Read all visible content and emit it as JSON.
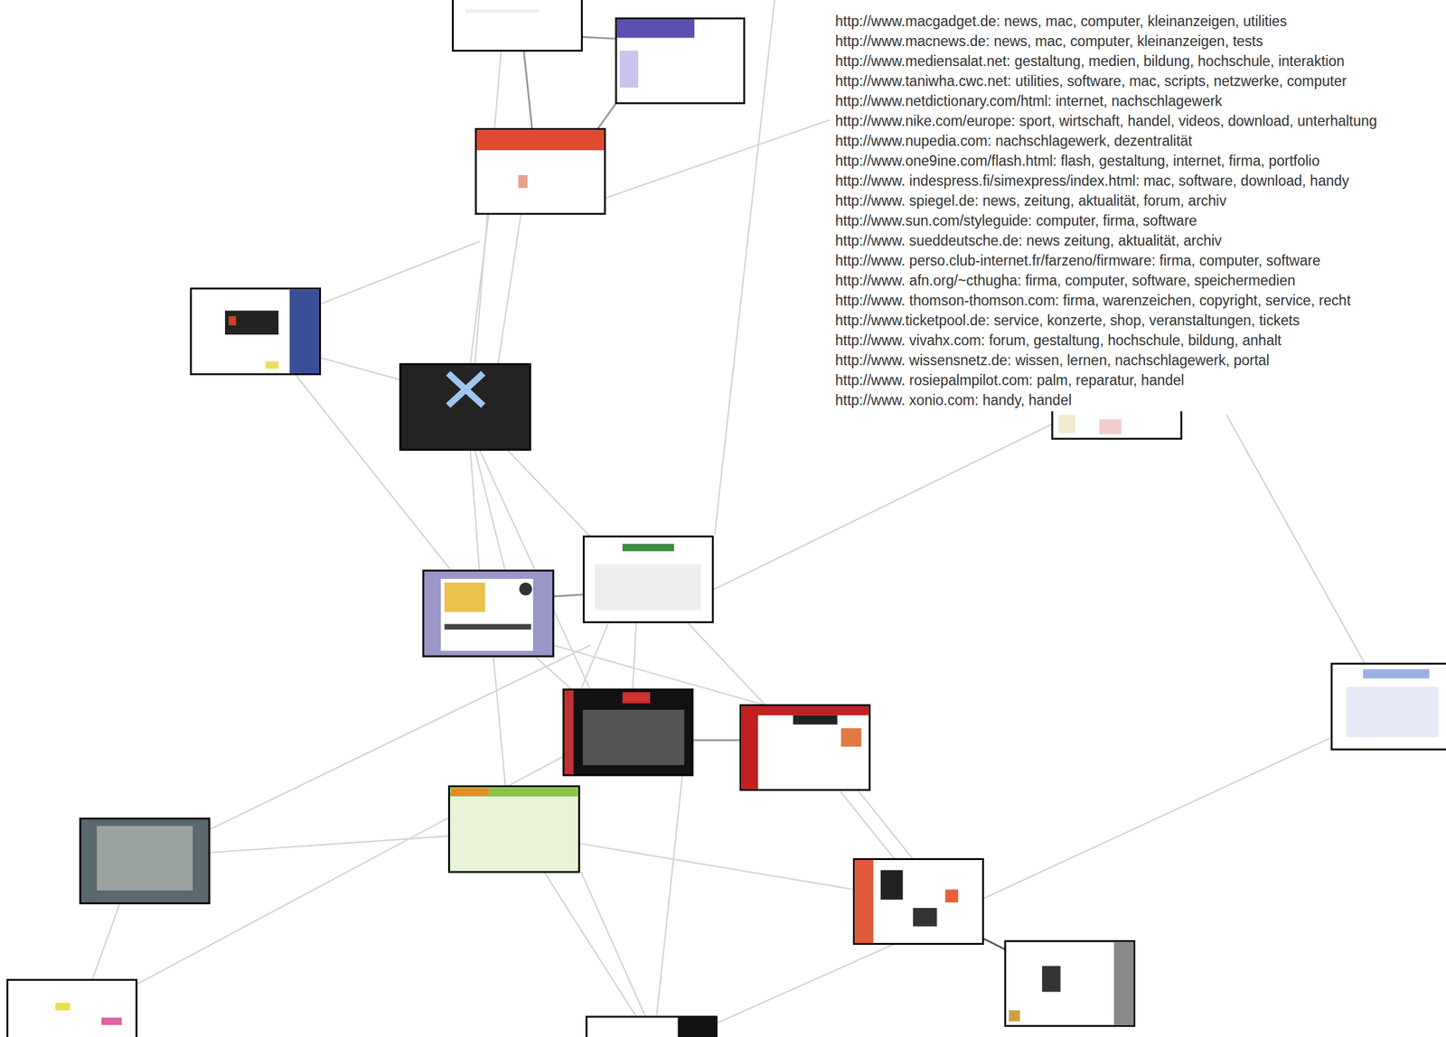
{
  "diagram": {
    "labels": [
      "http://www.macgadget.de: news, mac, computer, kleinanzeigen, utilities",
      "http://www.macnews.de: news, mac, computer, kleinanzeigen, tests",
      "http://www.mediensalat.net: gestaltung, medien, bildung, hochschule, interaktion",
      "http://www.taniwha.cwc.net: utilities, software, mac, scripts, netzwerke, computer",
      "http://www.netdictionary.com/html: internet, nachschlagewerk",
      "http://www.nike.com/europe: sport, wirtschaft, handel, videos, download, unterhaltung",
      "http://www.nupedia.com: nachschlagewerk, dezentralität",
      "http://www.one9ine.com/flash.html: flash, gestaltung, internet, firma, portfolio",
      "http://www. indespress.fi/simexpress/index.html: mac, software, download, handy",
      "http://www. spiegel.de: news, zeitung, aktualität, forum, archiv",
      "http://www.sun.com/styleguide: computer, firma, software",
      "http://www. sueddeutsche.de: news zeitung, aktualität, archiv",
      "http://www. perso.club-internet.fr/farzeno/firmware: firma, computer, software",
      "http://www. afn.org/~cthugha: firma, computer, software, speichermedien",
      "http://www. thomson-thomson.com: firma, warenzeichen, copyright, service, recht",
      "http://www.ticketpool.de: service, konzerte, shop, veranstaltungen, tickets",
      "http://www. vivahx.com: forum, gestaltung, hochschule, bildung, anhalt",
      "http://www. wissensnetz.de: wissen, lernen, nachschlagewerk, portal",
      "http://www. rosiepalmpilot.com: palm, reparatur, handel",
      "http://www. xonio.com: handy, handel"
    ]
  }
}
